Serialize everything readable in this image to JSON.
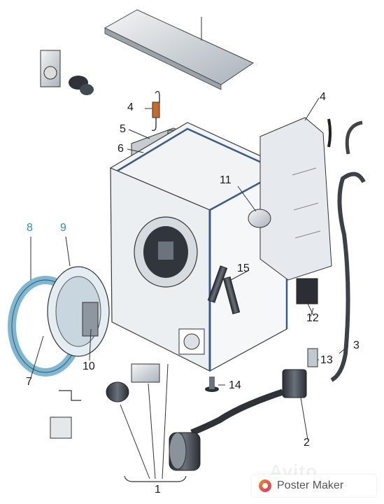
{
  "callouts": {
    "top_left_4": "4",
    "c5": "5",
    "c6": "6",
    "top_right_4": "4",
    "c11": "11",
    "c8": "8",
    "c9": "9",
    "c15": "15",
    "c12": "12",
    "c3": "3",
    "c13": "13",
    "c10": "10",
    "c7": "7",
    "c14": "14",
    "c2": "2",
    "c1": "1"
  },
  "watermark": {
    "label": "Poster Maker"
  },
  "ghost_text": "Avito",
  "colors": {
    "line": "#3a3a3a",
    "body": "#e9ecef",
    "metal": "#b9c0c7",
    "dark": "#3b4048",
    "accent_blue": "#2a8fb0"
  }
}
